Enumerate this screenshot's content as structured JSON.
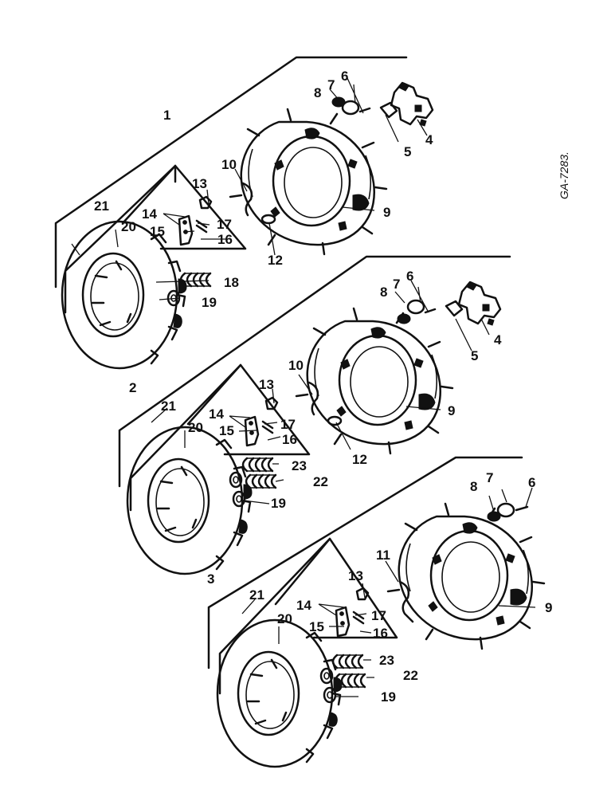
{
  "drawing_code": "GA-7283.",
  "assemblies": [
    {
      "number": "1",
      "callouts": [
        "4",
        "5",
        "6",
        "7",
        "8",
        "9",
        "10",
        "12",
        "13",
        "14",
        "15",
        "16",
        "17",
        "18",
        "19",
        "20",
        "21"
      ]
    },
    {
      "number": "2",
      "callouts": [
        "4",
        "5",
        "6",
        "7",
        "8",
        "9",
        "10",
        "12",
        "13",
        "14",
        "15",
        "16",
        "17",
        "22",
        "23",
        "19",
        "20",
        "21"
      ]
    },
    {
      "number": "3",
      "callouts": [
        "6",
        "7",
        "8",
        "9",
        "11",
        "13",
        "14",
        "15",
        "16",
        "17",
        "23",
        "22",
        "19",
        "20",
        "21"
      ]
    }
  ]
}
